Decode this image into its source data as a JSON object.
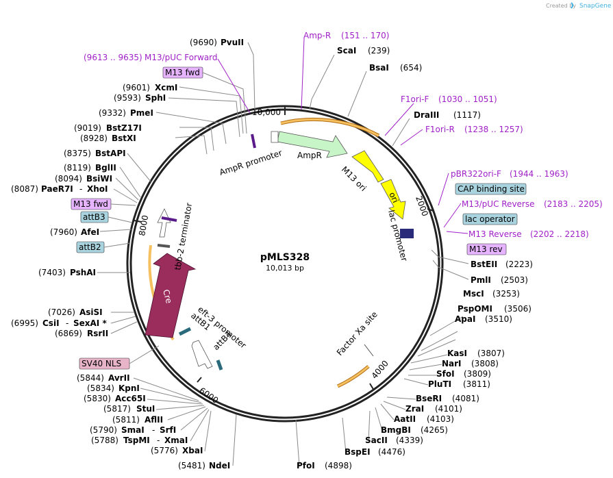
{
  "header": {
    "credit": "Created by",
    "brand": "SnapGene"
  },
  "plasmid": {
    "name": "pMLS328",
    "size": "10,013 bp"
  },
  "ticks": [
    "10,000",
    "2000",
    "4000",
    "6000",
    "8000"
  ],
  "sites": [
    {
      "name": "PvuII",
      "pos": "(9690)"
    },
    {
      "name": "ScaI",
      "pos": "(239)"
    },
    {
      "name": "BsaI",
      "pos": "(654)"
    },
    {
      "name": "DraIII",
      "pos": "(1117)"
    },
    {
      "name": "BstEII",
      "pos": "(2223)"
    },
    {
      "name": "PmlI",
      "pos": "(2503)"
    },
    {
      "name": "MscI",
      "pos": "(3253)"
    },
    {
      "name": "PspOMI",
      "pos": "(3506)"
    },
    {
      "name": "ApaI",
      "pos": "(3510)"
    },
    {
      "name": "KasI",
      "pos": "(3807)"
    },
    {
      "name": "NarI",
      "pos": "(3808)"
    },
    {
      "name": "SfoI",
      "pos": "(3809)"
    },
    {
      "name": "PluTI",
      "pos": "(3811)"
    },
    {
      "name": "BseRI",
      "pos": "(4081)"
    },
    {
      "name": "ZraI",
      "pos": "(4101)"
    },
    {
      "name": "AatII",
      "pos": "(4103)"
    },
    {
      "name": "BmgBI",
      "pos": "(4265)"
    },
    {
      "name": "SacII",
      "pos": "(4339)"
    },
    {
      "name": "BspEI",
      "pos": "(4476)"
    },
    {
      "name": "PfoI",
      "pos": "(4898)"
    },
    {
      "name": "NdeI",
      "pos": "(5481)"
    },
    {
      "name": "XbaI",
      "pos": "(5776)"
    },
    {
      "name": "TspMI",
      "pos": "(5788)"
    },
    {
      "name": "XmaI",
      "pos": ""
    },
    {
      "name": "SmaI",
      "pos": "(5790)"
    },
    {
      "name": "SrfI",
      "pos": ""
    },
    {
      "name": "AflII",
      "pos": "(5811)"
    },
    {
      "name": "StuI",
      "pos": "(5817)"
    },
    {
      "name": "Acc65I",
      "pos": "(5830)"
    },
    {
      "name": "KpnI",
      "pos": "(5834)"
    },
    {
      "name": "AvrII",
      "pos": "(5844)"
    },
    {
      "name": "RsrII",
      "pos": "(6869)"
    },
    {
      "name": "CsiI",
      "pos": "(6995)"
    },
    {
      "name": "SexAI *",
      "pos": ""
    },
    {
      "name": "AsiSI",
      "pos": "(7026)"
    },
    {
      "name": "PshAI",
      "pos": "(7403)"
    },
    {
      "name": "AfeI",
      "pos": "(7960)"
    },
    {
      "name": "PaeR7I",
      "pos": "(8087)"
    },
    {
      "name": "XhoI",
      "pos": ""
    },
    {
      "name": "BsiWI",
      "pos": "(8094)"
    },
    {
      "name": "BglII",
      "pos": "(8119)"
    },
    {
      "name": "BstAPI",
      "pos": "(8375)"
    },
    {
      "name": "BstXI",
      "pos": "(8928)"
    },
    {
      "name": "BstZ17I",
      "pos": "(9019)"
    },
    {
      "name": "PmeI",
      "pos": "(9332)"
    },
    {
      "name": "SphI",
      "pos": "(9593)"
    },
    {
      "name": "XcmI",
      "pos": "(9601)"
    }
  ],
  "primers": [
    {
      "name": "Amp-R",
      "range": "(151 .. 170)"
    },
    {
      "name": "F1ori-F",
      "range": "(1030 .. 1051)"
    },
    {
      "name": "F1ori-R",
      "range": "(1238 .. 1257)"
    },
    {
      "name": "pBR322ori-F",
      "range": "(1944 .. 1963)"
    },
    {
      "name": "M13/pUC Reverse",
      "range": "(2183 .. 2205)"
    },
    {
      "name": "M13 Reverse",
      "range": "(2202 .. 2218)"
    },
    {
      "name": "M13/pUC Forward",
      "range": "(9613 .. 9635)"
    }
  ],
  "boxes": {
    "cap": "CAP binding site",
    "lacop": "lac operator",
    "m13rev": "M13 rev",
    "m13fwd_top": "M13 fwd",
    "m13fwd_left": "M13 fwd",
    "attb3": "attB3",
    "attb2": "attB2",
    "sv40": "SV40 NLS"
  },
  "features": {
    "ampr_promoter": "AmpR promoter",
    "ampr": "AmpR",
    "m13ori": "M13 ori",
    "ori": "ori",
    "lac_promoter": "lac promoter",
    "factor_xa": "Factor Xa site",
    "attb4": "attB4",
    "eft3": "eft-3 promoter",
    "attb1": "attB1",
    "cre": "Cre",
    "tbb2": "tbb-2 terminator"
  },
  "colors": {
    "ampr": "#c8f5c8",
    "m13ori": "#ffff00",
    "ori": "#ffff00",
    "cre": "#9b2d5c",
    "orange": "#e8a33c",
    "primer": "#a020c8",
    "box_blue": "#a9d3de",
    "box_pink": "#e8b4c8",
    "box_purple": "#e6b3ff"
  }
}
